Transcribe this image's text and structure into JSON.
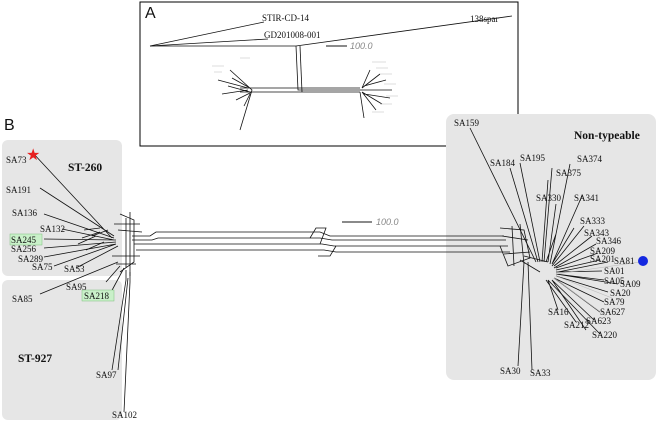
{
  "panels": {
    "A": {
      "letter": "A",
      "labels": [
        "STIR-CD-14",
        "GD201008-001",
        "138spar"
      ],
      "scale": "100.0"
    },
    "B": {
      "letter": "B",
      "scale": "100.0",
      "groups": {
        "st260": "ST-260",
        "st927": "ST-927",
        "nontypeable": "Non-typeable"
      }
    }
  },
  "left_leaves": [
    "SA73",
    "SA191",
    "SA136",
    "SA132",
    "SA245",
    "SA256",
    "SA289",
    "SA75",
    "SA53",
    "SA85",
    "SA95",
    "SA218",
    "SA97",
    "SA102"
  ],
  "highlighted": [
    "SA245",
    "SA218"
  ],
  "right_leaves": [
    "SA159",
    "SA184",
    "SA195",
    "SA374",
    "SA375",
    "SA341",
    "SA330",
    "SA333",
    "SA343",
    "SA346",
    "SA209",
    "SA201",
    "SA81",
    "SA01",
    "SA09",
    "SA05",
    "SA20",
    "SA79",
    "SA627",
    "SA623",
    "SA16",
    "SA212",
    "SA220",
    "SA30",
    "SA33"
  ],
  "markers": {
    "star_label": "SA73",
    "star_color": "#e8201f",
    "circle_label": "SA81",
    "circle_color": "#1428e0"
  },
  "colors": {
    "group_box": "#e6e6e6",
    "highlight": "#c9f0c9",
    "scale_bar": "#8a8a8a"
  }
}
